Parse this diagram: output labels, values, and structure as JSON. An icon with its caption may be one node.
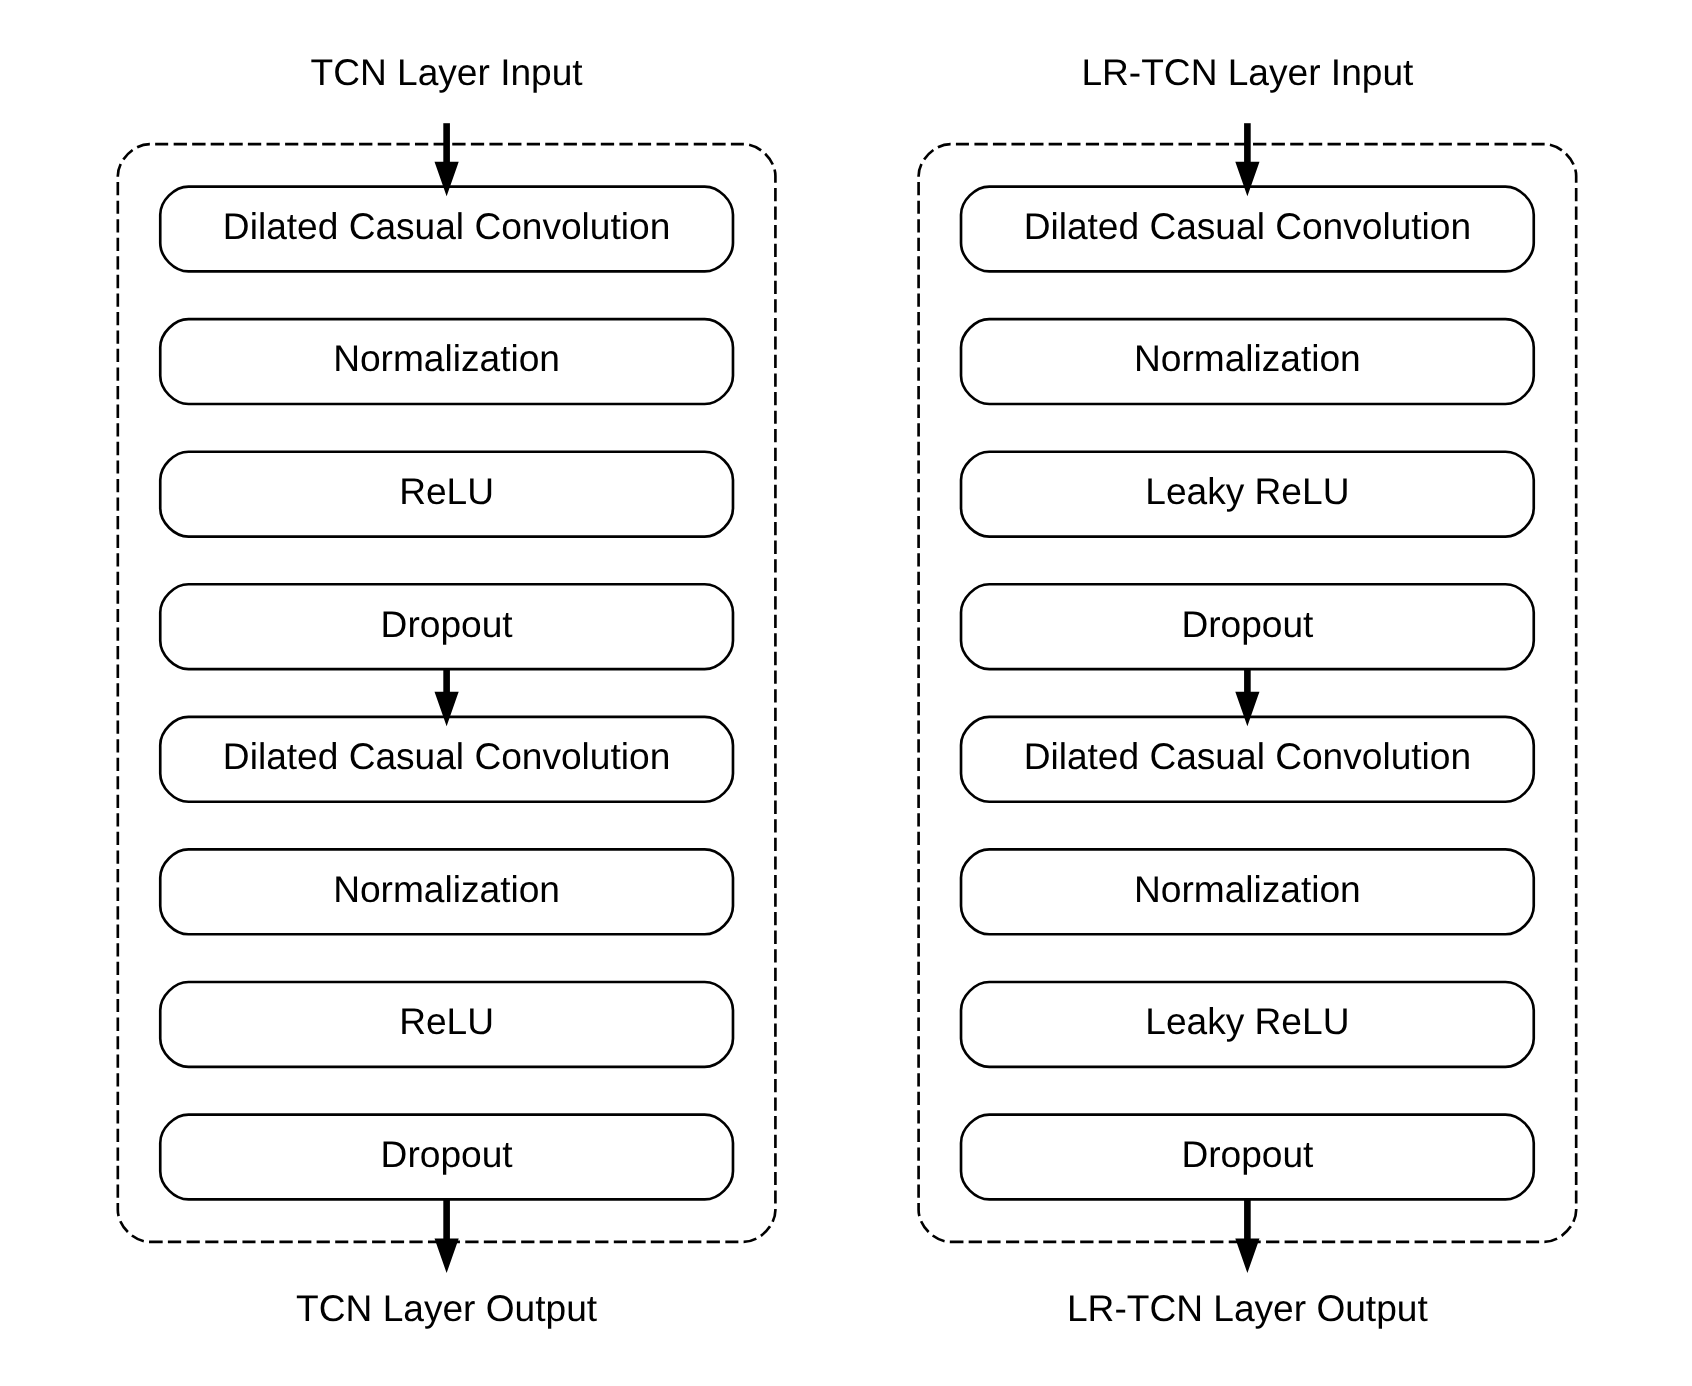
{
  "diagram": {
    "nodes": [
      {
        "text": [
          "TCN Layer Input"
        ]
      },
      {
        "text": [
          "LR-TCN Layer Input"
        ]
      },
      {
        "text": [],
        "shape": "box"
      },
      {
        "text": [
          "Dilated Casual Convolution"
        ],
        "in": 2
      },
      {
        "text": [
          "Normalization"
        ],
        "in": 2
      },
      {
        "text": [
          "ReLU"
        ],
        "in": 2
      },
      {
        "text": [
          "Dropout"
        ],
        "in": 2
      },
      {
        "text": [
          "Dilated Casual Convolution"
        ],
        "in": 2
      },
      {
        "text": [
          "Normalization"
        ],
        "in": 2
      },
      {
        "text": [
          "ReLU"
        ],
        "in": 2
      },
      {
        "text": [
          "Dropout"
        ],
        "in": 2
      },
      {
        "text": [],
        "shape": "box"
      },
      {
        "text": [
          "Dilated Casual Convolution"
        ],
        "in": 11
      },
      {
        "text": [
          "Normalization"
        ],
        "in": 11
      },
      {
        "text": [
          "Leaky ReLU"
        ],
        "in": 11
      },
      {
        "text": [
          "Dropout"
        ],
        "in": 11
      },
      {
        "text": [
          "Dilated Casual Convolution"
        ],
        "in": 11
      },
      {
        "text": [
          "Normalization"
        ],
        "in": 11
      },
      {
        "text": [
          "Leaky ReLU"
        ],
        "in": 11
      },
      {
        "text": [
          "Dropout"
        ],
        "in": 11
      },
      {
        "text": [
          "TCN Layer Output"
        ]
      },
      {
        "text": [
          "LR-TCN Layer Output"
        ]
      }
    ],
    "edges": [
      {
        "from": 0,
        "to": 3,
        "arrow": "to"
      },
      {
        "from": 6,
        "to": 7,
        "arrow": "to"
      },
      {
        "from": 10,
        "to": 20,
        "arrow": "to"
      },
      {
        "from": 1,
        "to": 12,
        "arrow": "to"
      },
      {
        "from": 15,
        "to": 16,
        "arrow": "to"
      },
      {
        "from": 19,
        "to": 21,
        "arrow": "to"
      }
    ]
  }
}
